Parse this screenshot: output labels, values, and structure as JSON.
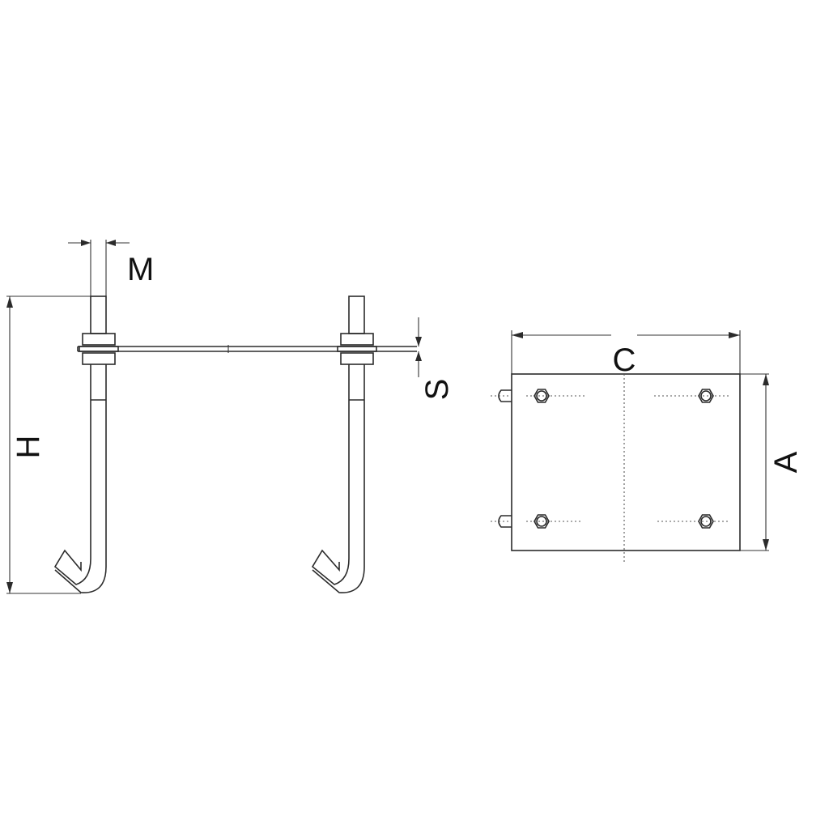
{
  "dimensions": {
    "m_label": "M",
    "h_label": "H",
    "s_label": "S",
    "c_label": "C",
    "a_label": "A"
  },
  "colors": {
    "line": "#2b2b2b",
    "background": "#ffffff"
  }
}
